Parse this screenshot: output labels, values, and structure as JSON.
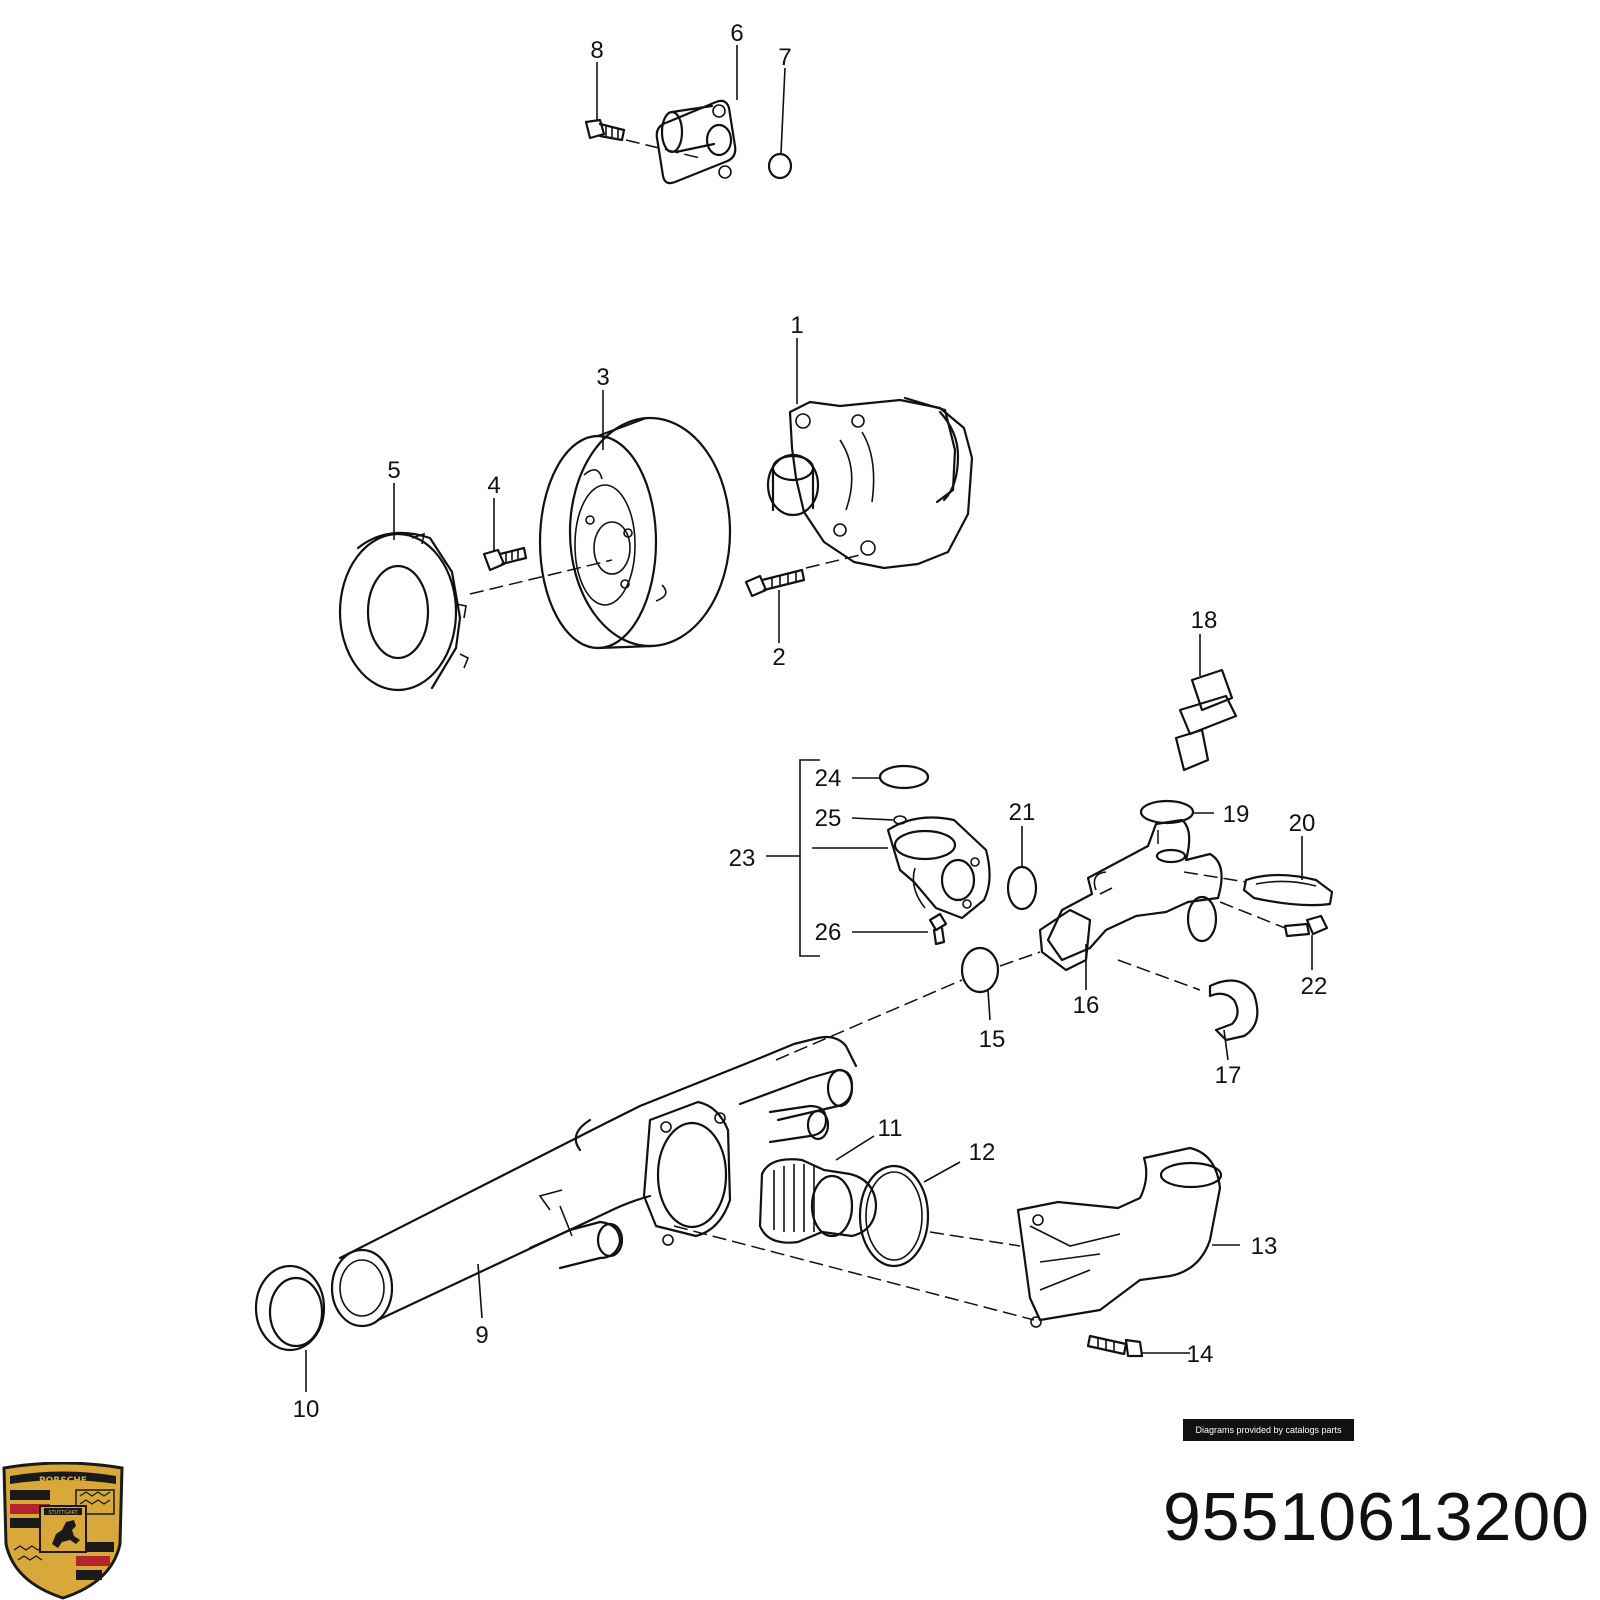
{
  "callouts": {
    "c1": "1",
    "c2": "2",
    "c3": "3",
    "c4": "4",
    "c5": "5",
    "c6": "6",
    "c7": "7",
    "c8": "8",
    "c9": "9",
    "c10": "10",
    "c11": "11",
    "c12": "12",
    "c13": "13",
    "c14": "14",
    "c15": "15",
    "c16": "16",
    "c17": "17",
    "c18": "18",
    "c19": "19",
    "c20": "20",
    "c21": "21",
    "c22": "22",
    "c23": "23",
    "c24": "24",
    "c25": "25",
    "c26": "26"
  },
  "credit": "Diagrams provided by catalogs parts",
  "part_number": "95510613200",
  "logo": {
    "wordmark": "PORSCHE",
    "city": "STUTTGART",
    "colors": {
      "gold": "#d8a93a",
      "red": "#b3242b",
      "black": "#1a1a1a"
    }
  }
}
